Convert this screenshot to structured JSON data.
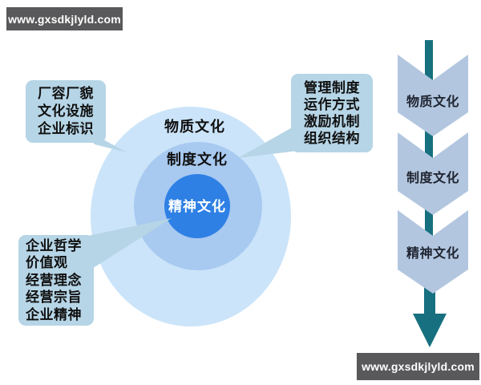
{
  "watermarks": {
    "top_left": "www.gxsdkjlyld.com",
    "bottom_right": "www.gxsdkjlyld.com"
  },
  "rings": [
    {
      "label": "物质文化"
    },
    {
      "label": "制度文化"
    },
    {
      "label": "精神文化"
    }
  ],
  "callouts": {
    "material": {
      "lines": [
        "厂容厂貌",
        "文化设施",
        "企业标识"
      ]
    },
    "institution": {
      "lines": [
        "管理制度",
        "运作方式",
        "激励机制",
        "组织结构"
      ]
    },
    "spirit": {
      "lines": [
        "企业哲学",
        "价值观",
        "经营理念",
        "经营宗旨",
        "企业精神"
      ]
    }
  },
  "flow": {
    "steps": [
      {
        "label": "物质文化"
      },
      {
        "label": "制度文化"
      },
      {
        "label": "精神文化"
      }
    ],
    "arrow_icon": "down-arrow"
  },
  "colors": {
    "ring_outer": "#CBE4F9",
    "ring_middle": "#A8C9F0",
    "ring_inner": "#2E80E5",
    "callout_bg": "#B6D5E6",
    "chevron_bg": "#B2C6DF",
    "arrow_teal": "#17707F",
    "watermark_bg": "#59595B",
    "watermark_text": "#FFFFFF"
  }
}
